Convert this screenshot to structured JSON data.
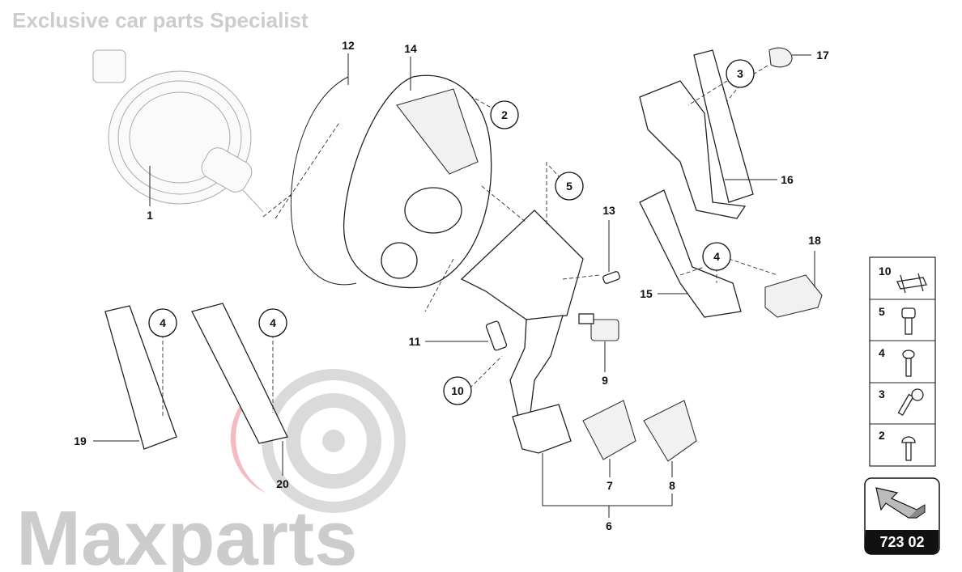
{
  "diagram": {
    "callouts": [
      "1",
      "2",
      "3",
      "4",
      "5",
      "6",
      "7",
      "8",
      "9",
      "10",
      "11",
      "12",
      "13",
      "14",
      "15",
      "16",
      "17",
      "18",
      "19",
      "20"
    ],
    "circled_callouts": {
      "c2": "2",
      "c3": "3",
      "c5": "5",
      "c4a": "4",
      "c4b": "4",
      "c4c": "4",
      "c10": "10"
    }
  },
  "legend": {
    "rows": [
      {
        "num": "10",
        "icon": "clip-icon"
      },
      {
        "num": "5",
        "icon": "hex-bolt-icon"
      },
      {
        "num": "4",
        "icon": "flange-bolt-icon"
      },
      {
        "num": "3",
        "icon": "torx-screw-icon"
      },
      {
        "num": "2",
        "icon": "button-head-screw-icon"
      }
    ]
  },
  "badge": {
    "code": "723 02",
    "icon": "arrow-icon"
  },
  "watermark": {
    "brand": "Maxparts",
    "tagline": "Exclusive car parts Specialist",
    "accent": "#e0404a"
  }
}
